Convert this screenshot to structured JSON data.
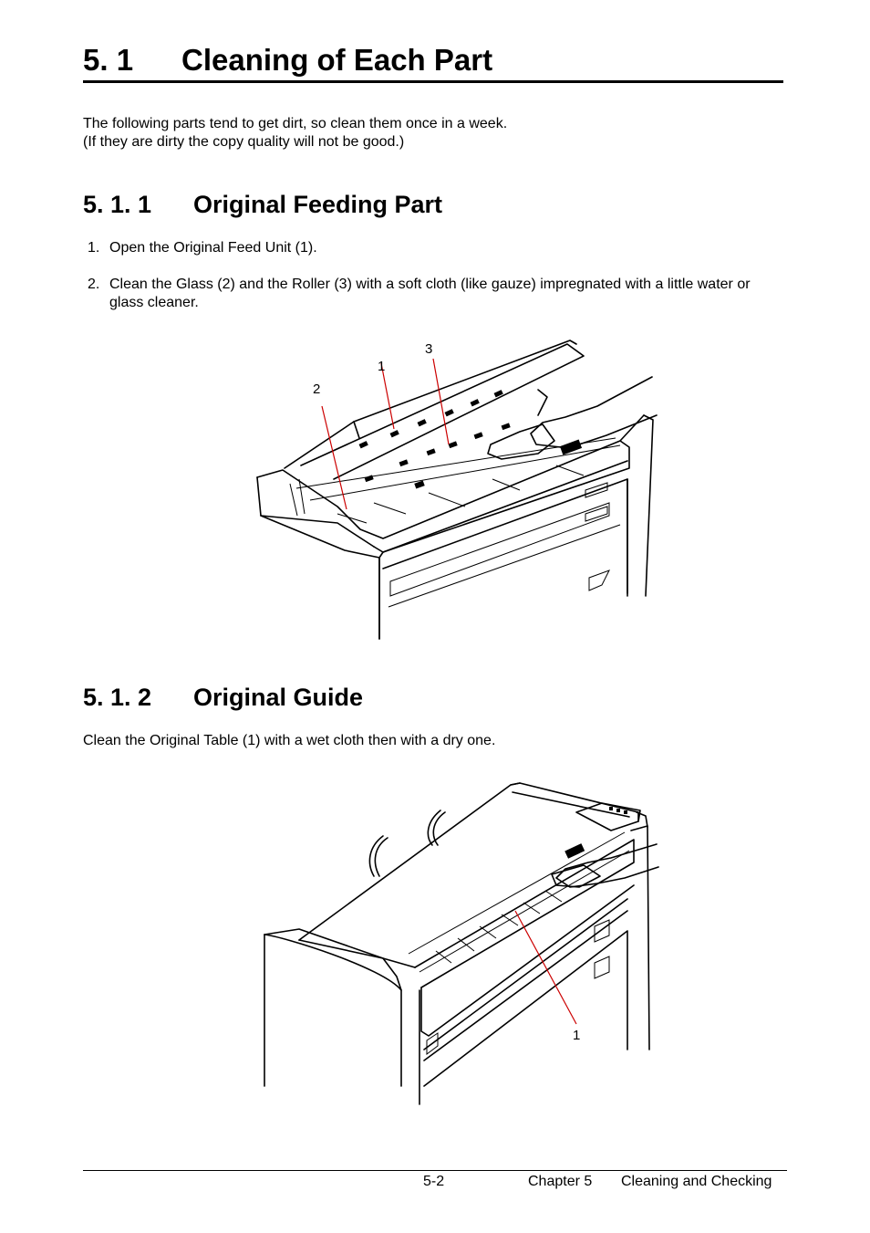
{
  "section": {
    "number": "5. 1",
    "title": "Cleaning of Each Part"
  },
  "intro": [
    "The following parts tend to get dirt, so clean them once in a week.",
    "(If they are dirty the copy quality will not be good.)"
  ],
  "sub1": {
    "number": "5. 1. 1",
    "title": "Original Feeding Part",
    "steps": [
      {
        "n": "1.",
        "text": "Open the Original Feed Unit (1)."
      },
      {
        "n": "2.",
        "text": "Clean the Glass (2) and the Roller (3) with a soft cloth (like gauze) impregnated with a little water or glass cleaner."
      }
    ],
    "callouts": [
      "1",
      "2",
      "3"
    ]
  },
  "sub2": {
    "number": "5. 1. 2",
    "title": "Original Guide",
    "text": "Clean the Original Table (1) with a wet cloth then with a dry one.",
    "callouts": [
      "1"
    ]
  },
  "footer": {
    "page": "5-2",
    "chapter": "Chapter 5",
    "title": "Cleaning and Checking"
  }
}
